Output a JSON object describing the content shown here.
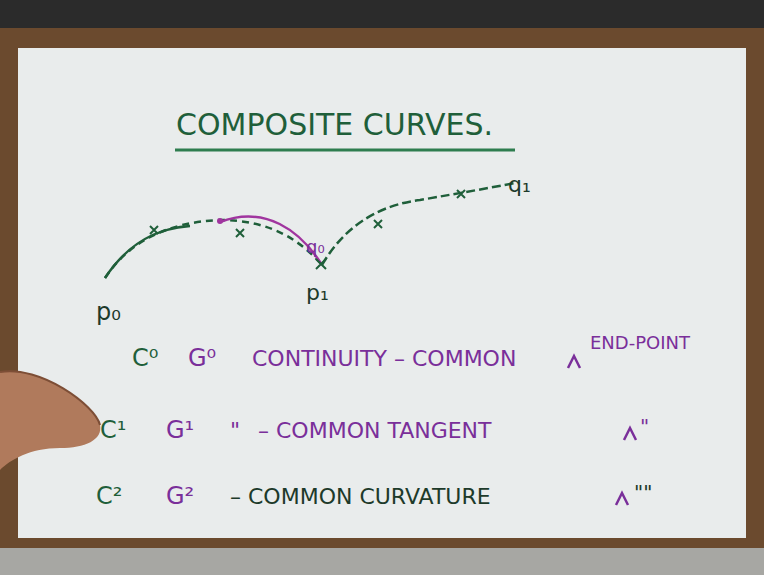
{
  "diagram": {
    "title": "COMPOSITE CURVES.",
    "labels": [
      "p₀",
      "p₁",
      "q₀",
      "q₁",
      "C⁰",
      "G⁰",
      "CONTINUITY – COMMON",
      "END-POINT",
      "C¹",
      "G¹",
      "\"",
      "– COMMON TANGENT",
      "\"",
      "C²",
      "G²",
      "– COMMON CURVATURE",
      "\"\""
    ]
  }
}
